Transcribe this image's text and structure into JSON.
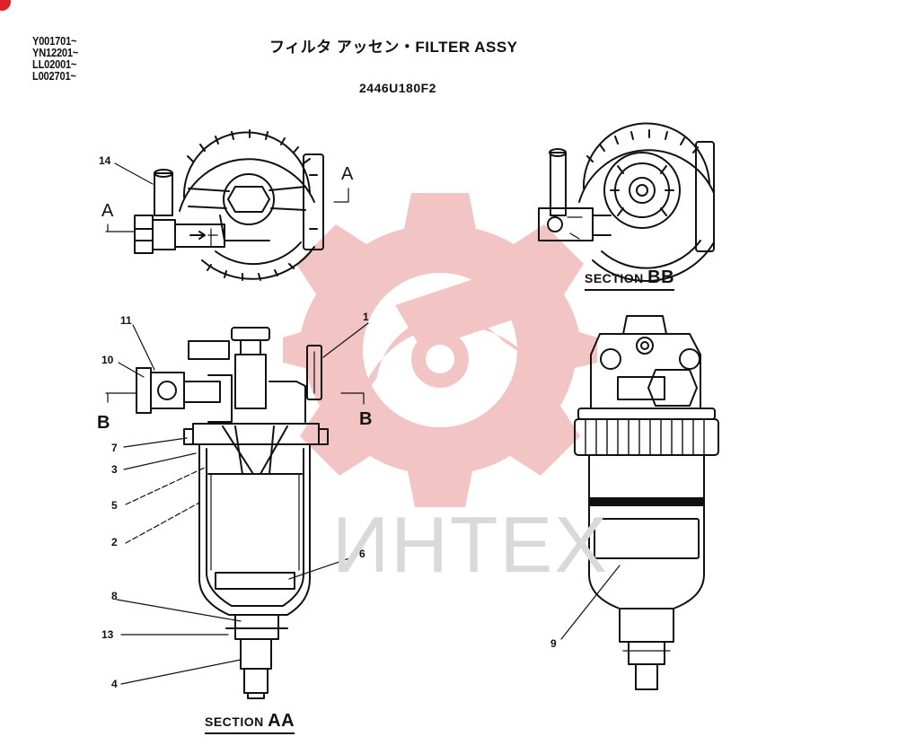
{
  "header": {
    "serials": [
      "Y001701~",
      "YN12201~",
      "LL02001~",
      "L002701~"
    ],
    "title": "フィルタ アッセン・FILTER ASSY",
    "part_number": "2446U180F2"
  },
  "watermark": {
    "text": "ИНТЕХ",
    "color": "#e88a8a"
  },
  "sections": {
    "bb_prefix": "SECTION",
    "bb_letters": "BB",
    "aa_prefix": "SECTION",
    "aa_letters": "AA"
  },
  "view_markers": {
    "a_left": "A",
    "a_right": "A",
    "b_left": "B",
    "b_right": "B"
  },
  "callouts": {
    "c1": "1",
    "c2": "2",
    "c3": "3",
    "c4": "4",
    "c5": "5",
    "c6": "6",
    "c7": "7",
    "c8": "8",
    "c9": "9",
    "c10": "10",
    "c11": "11",
    "c13": "13",
    "c14": "14"
  },
  "colors": {
    "ink": "#111111",
    "watermark_red": "#f3c4c4",
    "badge": "#e0202a"
  }
}
